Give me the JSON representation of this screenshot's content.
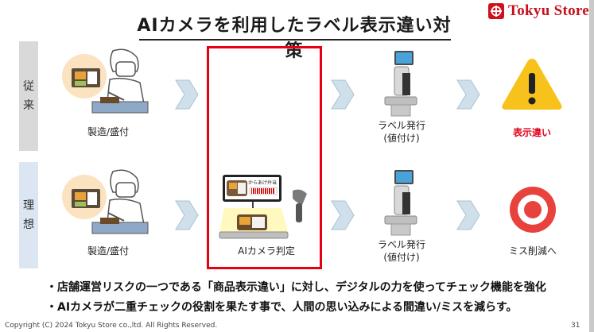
{
  "title": "AIカメラを利用したラベル表示違い対策",
  "brand": {
    "name": "Tokyu Store"
  },
  "rows": {
    "conventional": {
      "label_chars": [
        "従",
        "来"
      ]
    },
    "ideal": {
      "label_chars": [
        "理",
        "想"
      ]
    }
  },
  "steps": {
    "manufacturing": "製造/盛付",
    "label_issue_line1": "ラベル発行",
    "label_issue_line2": "(値付け)",
    "display_error": "表示違い",
    "ai_judgement": "AIカメラ判定",
    "mistake_reduction": "ミス削減へ"
  },
  "bullets": [
    "・店舗運営リスクの一つである「商品表示違い」に対し、デジタルの力を使ってチェック機能を強化",
    "・AIカメラが二重チェックの役割を果たす事で、人間の思い込みによる間違い/ミスを減らす。"
  ],
  "monitor_text": "からあげ弁当",
  "footer": {
    "copyright": "Copyright (C) 2024 Tokyu Store co.,ltd. All Rights Reserved.",
    "page": "31"
  },
  "colors": {
    "brand_red": "#c8101c",
    "frame_red": "#e60012",
    "alert_text": "#e2001a",
    "arrow": "#cfe0ea",
    "warning_yellow": "#f7c21b",
    "target_red": "#e8423d",
    "row_conventional": "#d9d9d9",
    "row_ideal": "#dce6f2"
  },
  "icons": [
    "worker-icon",
    "chevron-right-icon",
    "label-printer-icon",
    "warning-icon",
    "target-icon",
    "ai-camera-scale-icon",
    "barcode-scanner-icon",
    "tokyu-logo-icon"
  ]
}
